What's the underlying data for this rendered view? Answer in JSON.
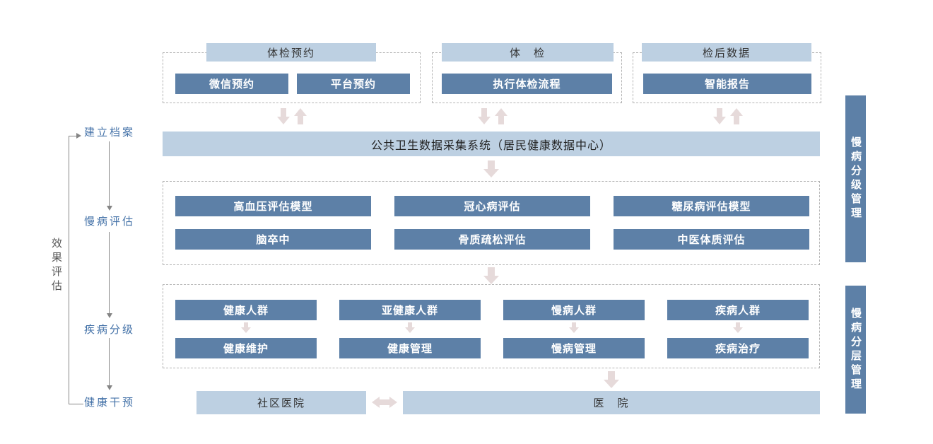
{
  "colors": {
    "light": "#bdd0e2",
    "dark": "#5d80a7",
    "arrow": "#e6dada",
    "label": "#4472a8",
    "line": "#858585",
    "border": "#b3b3b3"
  },
  "icons": {
    "down_arrow": "▼",
    "up_arrow": "▲",
    "double_arrow": "⬌"
  },
  "top_groups": [
    {
      "header": "体检预约",
      "boxes": [
        "微信预约",
        "平台预约"
      ]
    },
    {
      "header": "体　检",
      "boxes": [
        "执行体检流程"
      ]
    },
    {
      "header": "检后数据",
      "boxes": [
        "智能报告"
      ]
    }
  ],
  "data_center_bar": "公共卫生数据采集系统（居民健康数据中心）",
  "assessment": {
    "rows": [
      [
        "高血压评估模型",
        "冠心病评估",
        "糖尿病评估模型"
      ],
      [
        "脑卒中",
        "骨质疏松评估",
        "中医体质评估"
      ]
    ]
  },
  "classification": {
    "columns": [
      {
        "top": "健康人群",
        "bottom": "健康维护"
      },
      {
        "top": "亚健康人群",
        "bottom": "健康管理"
      },
      {
        "top": "慢病人群",
        "bottom": "慢病管理"
      },
      {
        "top": "疾病人群",
        "bottom": "疾病治疗"
      }
    ]
  },
  "bottom": {
    "community": "社区医院",
    "hospital": "医　院"
  },
  "left_labels": {
    "build_archive": "建立档案",
    "chronic_assess": "慢病评估",
    "disease_grade": "疾病分级",
    "health_intervene": "健康干预",
    "effect_eval": "效果评估"
  },
  "right_bars": {
    "graded": "慢病分级管理",
    "layered": "慢病分层管理"
  }
}
